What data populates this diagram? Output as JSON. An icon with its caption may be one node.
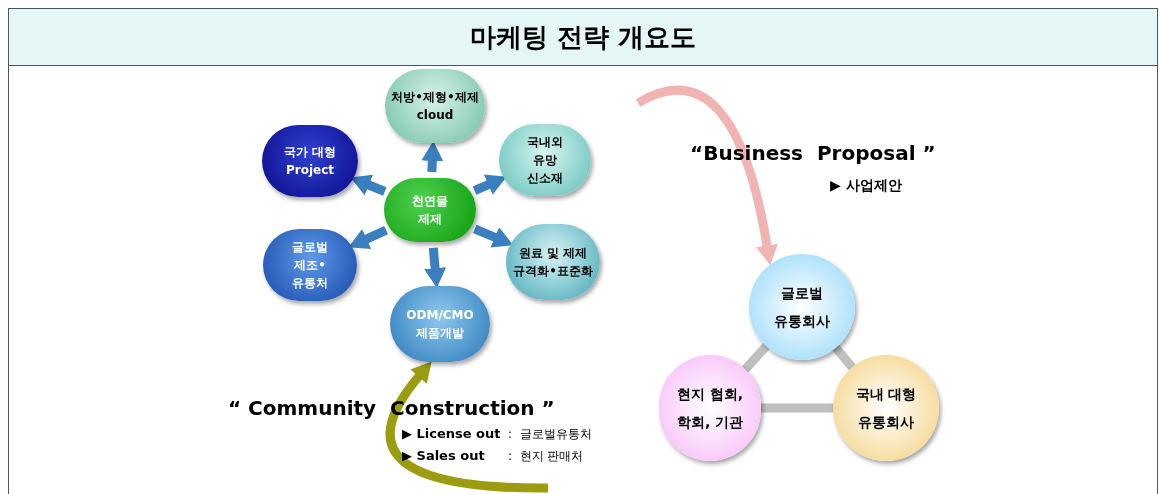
{
  "diagram": {
    "title": "마케팅 전략 개요도",
    "nodes": [
      {
        "text": [
          "천연물 제제"
        ]
      },
      {
        "text": [
          "처방•제형•제제 cloud"
        ]
      },
      {
        "text": [
          "국내외 유망 신소재"
        ]
      },
      {
        "text": [
          "원료 및 제제 규격화•표준화"
        ]
      },
      {
        "text": [
          "ODM/CMO 제품개발"
        ]
      },
      {
        "text": [
          "글로벌 제조•유통처"
        ]
      },
      {
        "text": [
          "국가 대형 Project"
        ]
      },
      {
        "text": [
          "글로벌 유통회사"
        ]
      },
      {
        "text": [
          "국내 대형 유통회사"
        ]
      },
      {
        "text": [
          "현지  협회, 학회, 기관"
        ]
      }
    ],
    "edges": [
      {
        "from": 0,
        "to": 1,
        "arrow": "to"
      },
      {
        "from": 0,
        "to": 2,
        "arrow": "to"
      },
      {
        "from": 0,
        "to": 3,
        "arrow": "to"
      },
      {
        "from": 0,
        "to": 4,
        "arrow": "to"
      },
      {
        "from": 0,
        "to": 5,
        "arrow": "to"
      },
      {
        "from": 0,
        "to": 6,
        "arrow": "to"
      },
      {
        "from": null,
        "to": 7,
        "arrow": "to",
        "color": "#f2b3b3"
      },
      {
        "from": null,
        "to": 4,
        "arrow": "to",
        "color": "#9c9c10"
      },
      {
        "from": 7,
        "to": 8,
        "arrow": "none",
        "color": "#bfbfbf"
      },
      {
        "from": 8,
        "to": 9,
        "arrow": "none",
        "color": "#bfbfbf"
      },
      {
        "from": 9,
        "to": 7,
        "arrow": "none",
        "color": "#bfbfbf"
      }
    ],
    "labels": [
      "“Business  Proposal ”",
      "▶ 사업제안",
      "“ Community  Construction ”",
      "▶ License out",
      ":  글로벌유통처",
      "▶ Sales out",
      ":  현지 판매처"
    ]
  }
}
